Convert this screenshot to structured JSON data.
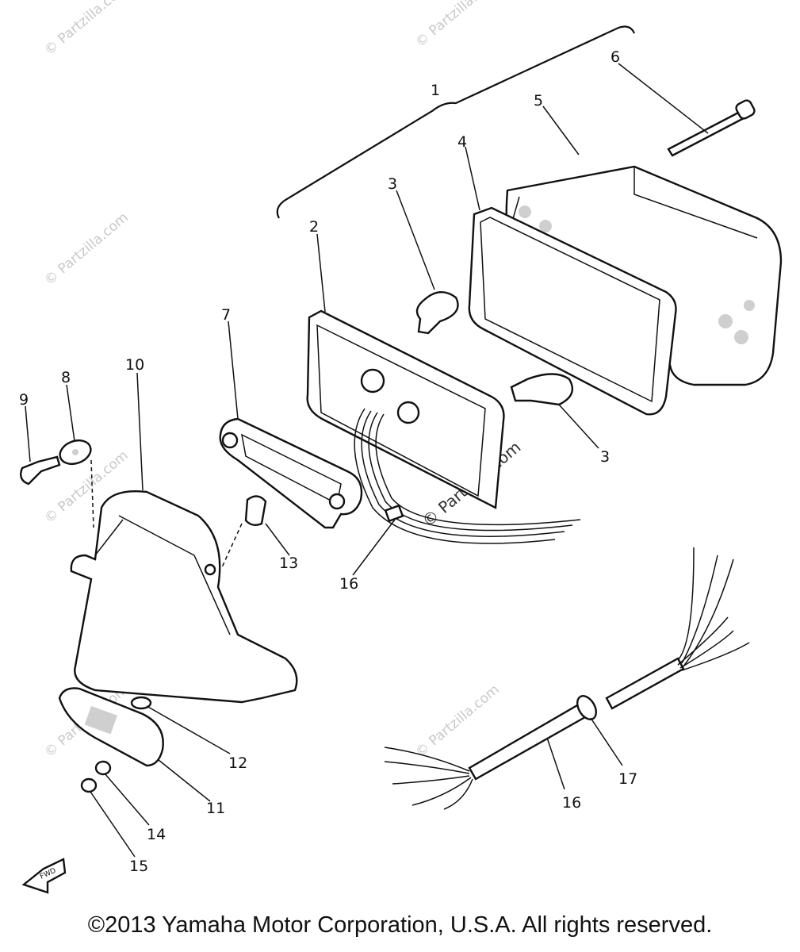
{
  "diagram": {
    "part_labels": {
      "p1": "1",
      "p2": "2",
      "p3a": "3",
      "p3b": "3",
      "p4": "4",
      "p5": "5",
      "p6": "6",
      "p7": "7",
      "p8": "8",
      "p9": "9",
      "p10": "10",
      "p11": "11",
      "p12": "12",
      "p13": "13",
      "p14": "14",
      "p15": "15",
      "p16a": "16",
      "p16b": "16",
      "p17": "17"
    },
    "watermark": "© Partzilla.com",
    "fwd_mark": "FWD"
  },
  "copyright": "©2013  Yamaha Motor Corporation, U.S.A. All rights reserved."
}
